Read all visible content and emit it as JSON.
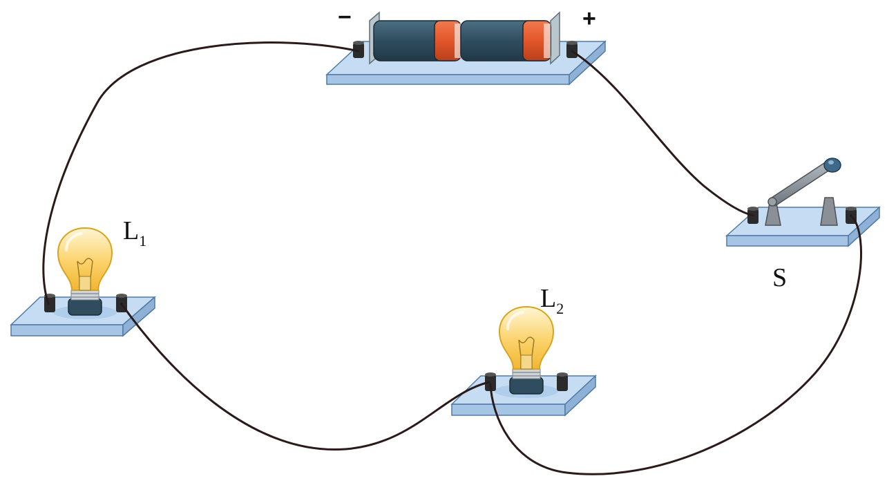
{
  "diagram": {
    "battery": {
      "negative_sign": "−",
      "positive_sign": "+"
    },
    "lamp1": {
      "label": "L",
      "subscript": "1"
    },
    "lamp2": {
      "label": "L",
      "subscript": "2"
    },
    "switch": {
      "label": "S"
    }
  },
  "colors": {
    "board_top": "#c6dcf2",
    "board_edge": "#4f7aa6",
    "bulb_glass": "#fbd26a",
    "battery_body": "#2f4d5f",
    "battery_cap": "#e2562a",
    "terminal": "#2b2b2b",
    "wire": "#2a1a1a",
    "switch_metal": "#8a9096"
  }
}
